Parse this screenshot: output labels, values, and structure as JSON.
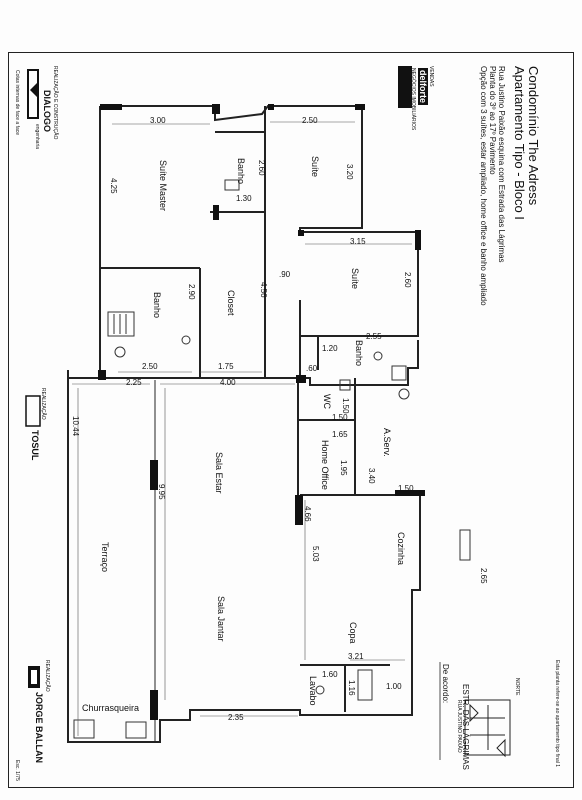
{
  "header": {
    "title_line1": "Condomínio The Adress",
    "title_line2": "Apartamento Tipo - Bloco I",
    "address": "Rua Justino Paixão esquina com Estrada das Lágrimas",
    "floors": "Planta do 3º ao 17º Pavimento",
    "description": "Opção com 3 suítes, estar ampliado, home office e banho ampliado"
  },
  "sales": {
    "label": "VENDAS",
    "brand": "delforte",
    "tagline": "NEGÓCIOS IMOBILIÁRIOS"
  },
  "construction": {
    "label": "REALIZAÇÃO E CONSTRUÇÃO",
    "brand": "DIALOGO",
    "tagline": "engenharia",
    "note": "Cotas internas de face a face"
  },
  "realizacao_1": {
    "label": "REALIZAÇÃO",
    "brand": "TOSUL"
  },
  "realizacao_2": {
    "label": "REALIZAÇÃO",
    "brand": "JORGE BALLAN"
  },
  "scale": "Esc. 1/75",
  "reference_note": "Esta planta refere-se ao apartamento tipo final 1",
  "agreement": "De acordo:",
  "north": "NORTE",
  "streets": {
    "main": "ESTR. DAS LÁGRIMAS",
    "side": "RUA JUSTINO PAIXÃO"
  },
  "rooms": {
    "suite_master": "Suíte Master",
    "banho_top": "Banho",
    "suite_top": "Suíte",
    "suite_mid": "Suíte",
    "banho_left": "Banho",
    "closet": "Closet",
    "banho_small": "Banho",
    "wc": "WC",
    "a_serv": "A.Serv.",
    "home_office": "Home Office",
    "sala_estar": "Sala Estar",
    "terraco": "Terraço",
    "sala_jantar": "Sala Jantar",
    "cozinha": "Cozinha",
    "copa": "Copa",
    "churrasqueira": "Churrasqueira",
    "lavabo": "Lavabo"
  },
  "dims": {
    "d_300": "3.00",
    "d_250a": "2.50",
    "d_260a": "2.60",
    "d_130": "1.30",
    "d_425": "4.25",
    "d_320": "3.20",
    "d_315": "3.15",
    "d_260b": "2.60",
    "d_290": "2.90",
    "d_456": "4.56",
    "d_090": ".90",
    "d_255": "2.55",
    "d_120": "1.20",
    "d_250b": "2.50",
    "d_175": "1.75",
    "d_225": "2.25",
    "d_400": "4.00",
    "d_060": ".60",
    "d_150a": "1.50",
    "d_150b": "1.50",
    "d_165": "1.65",
    "d_195": "1.95",
    "d_340": "3.40",
    "d_150c": "1.50",
    "d_1044": "10.44",
    "d_995": "9.95",
    "d_466": "4.66",
    "d_503": "5.03",
    "d_265": "2.65",
    "d_321": "3.21",
    "d_160": "1.60",
    "d_116": "1.16",
    "d_100": "1.00",
    "d_235": "2.35"
  }
}
